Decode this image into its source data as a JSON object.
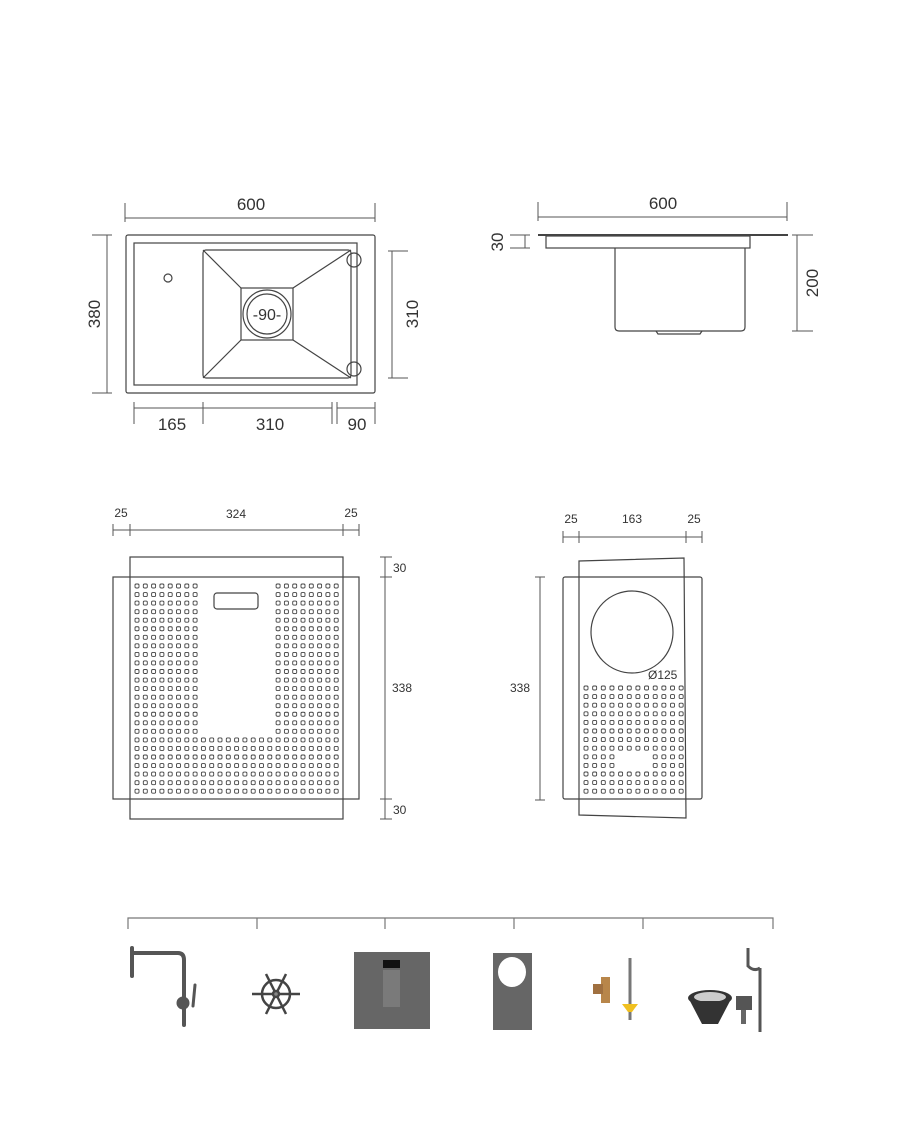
{
  "top_view": {
    "width": "600",
    "height": "380",
    "bowl_height": "310",
    "left": "165",
    "bowl_width": "310",
    "right": "90",
    "drain": "-90-"
  },
  "side_view": {
    "width": "600",
    "deck": "30",
    "depth": "200"
  },
  "large_panel": {
    "left": "25",
    "width": "324",
    "right": "25",
    "top": "30",
    "height": "338",
    "bottom": "30"
  },
  "small_panel": {
    "left": "25",
    "width": "163",
    "right": "25",
    "height": "338",
    "hole": "Ø125"
  },
  "accessories": [
    "faucet-icon",
    "drain-wheel-icon",
    "large-drain-rack-icon",
    "small-drain-rack-icon",
    "valve-hose-icon",
    "strainer-set-icon"
  ],
  "colors": {
    "line": "#444444",
    "accessory": "#555555",
    "brass": "#b8864a",
    "yellow": "#f0c020"
  }
}
